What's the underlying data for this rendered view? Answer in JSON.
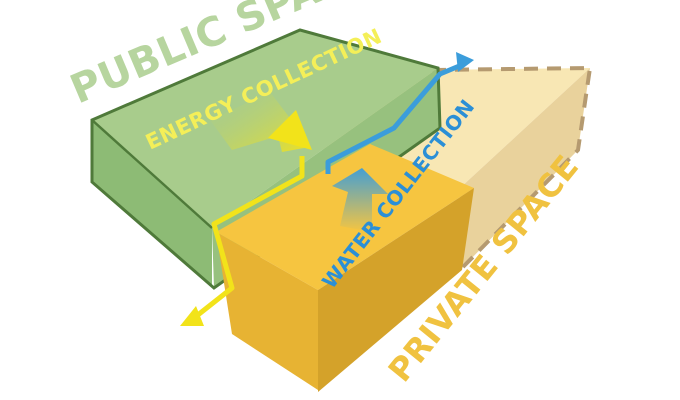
{
  "labels": {
    "public_space": "PUBLIC SPACE",
    "energy_collection": "ENERGY COLLECTION",
    "water_collection": "WATER COLLECTION",
    "private_space": "PRIVATE SPACE"
  },
  "colors": {
    "public_top": "#a8cc8c",
    "public_front": "#8dbb75",
    "public_left": "#97c17e",
    "public_outline": "#4f7a3a",
    "public_label": "#b7d59f",
    "private_top": "#f6c540",
    "private_front": "#d4a22a",
    "private_label": "#f0c240",
    "ghost_top": "#f8e7b4",
    "ghost_right": "#e9d29c",
    "ghost_outline": "#b59a70",
    "energy_arrow": "#f2e31a",
    "energy_label": "#f4ef58",
    "water_arrow": "#3b9ddb",
    "water_label": "#2b8fd6"
  }
}
